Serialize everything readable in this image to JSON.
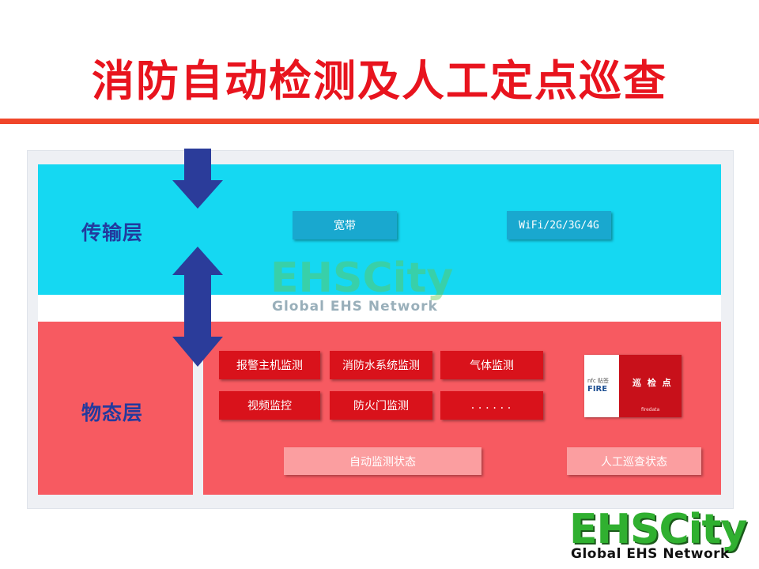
{
  "title": "消防自动检测及人工定点巡查",
  "layers": {
    "transport": {
      "label": "传输层",
      "items": [
        "宽带",
        "WiFi/2G/3G/4G"
      ]
    },
    "physical": {
      "label": "物态层",
      "monitoring": [
        "报警主机监测",
        "消防水系统监测",
        "气体监测",
        "视频监控",
        "防火门监测",
        "......"
      ],
      "states": [
        "自动监测状态",
        "人工巡查状态"
      ]
    }
  },
  "card": {
    "left_top": "nfc 贴签",
    "brand": "FIRE",
    "label": "巡 检 点",
    "footer": "firedata"
  },
  "watermark": {
    "brand": "EHSCity",
    "tagline": "Global EHS Network"
  },
  "logo": {
    "brand": "EHSCity",
    "tagline": "Global EHS Network"
  },
  "colors": {
    "title": "#e8141e",
    "transport_band": "#15d8f2",
    "physical_band": "#f75a61",
    "arrow": "#2b3c9a",
    "layer_label": "#233a9d"
  }
}
